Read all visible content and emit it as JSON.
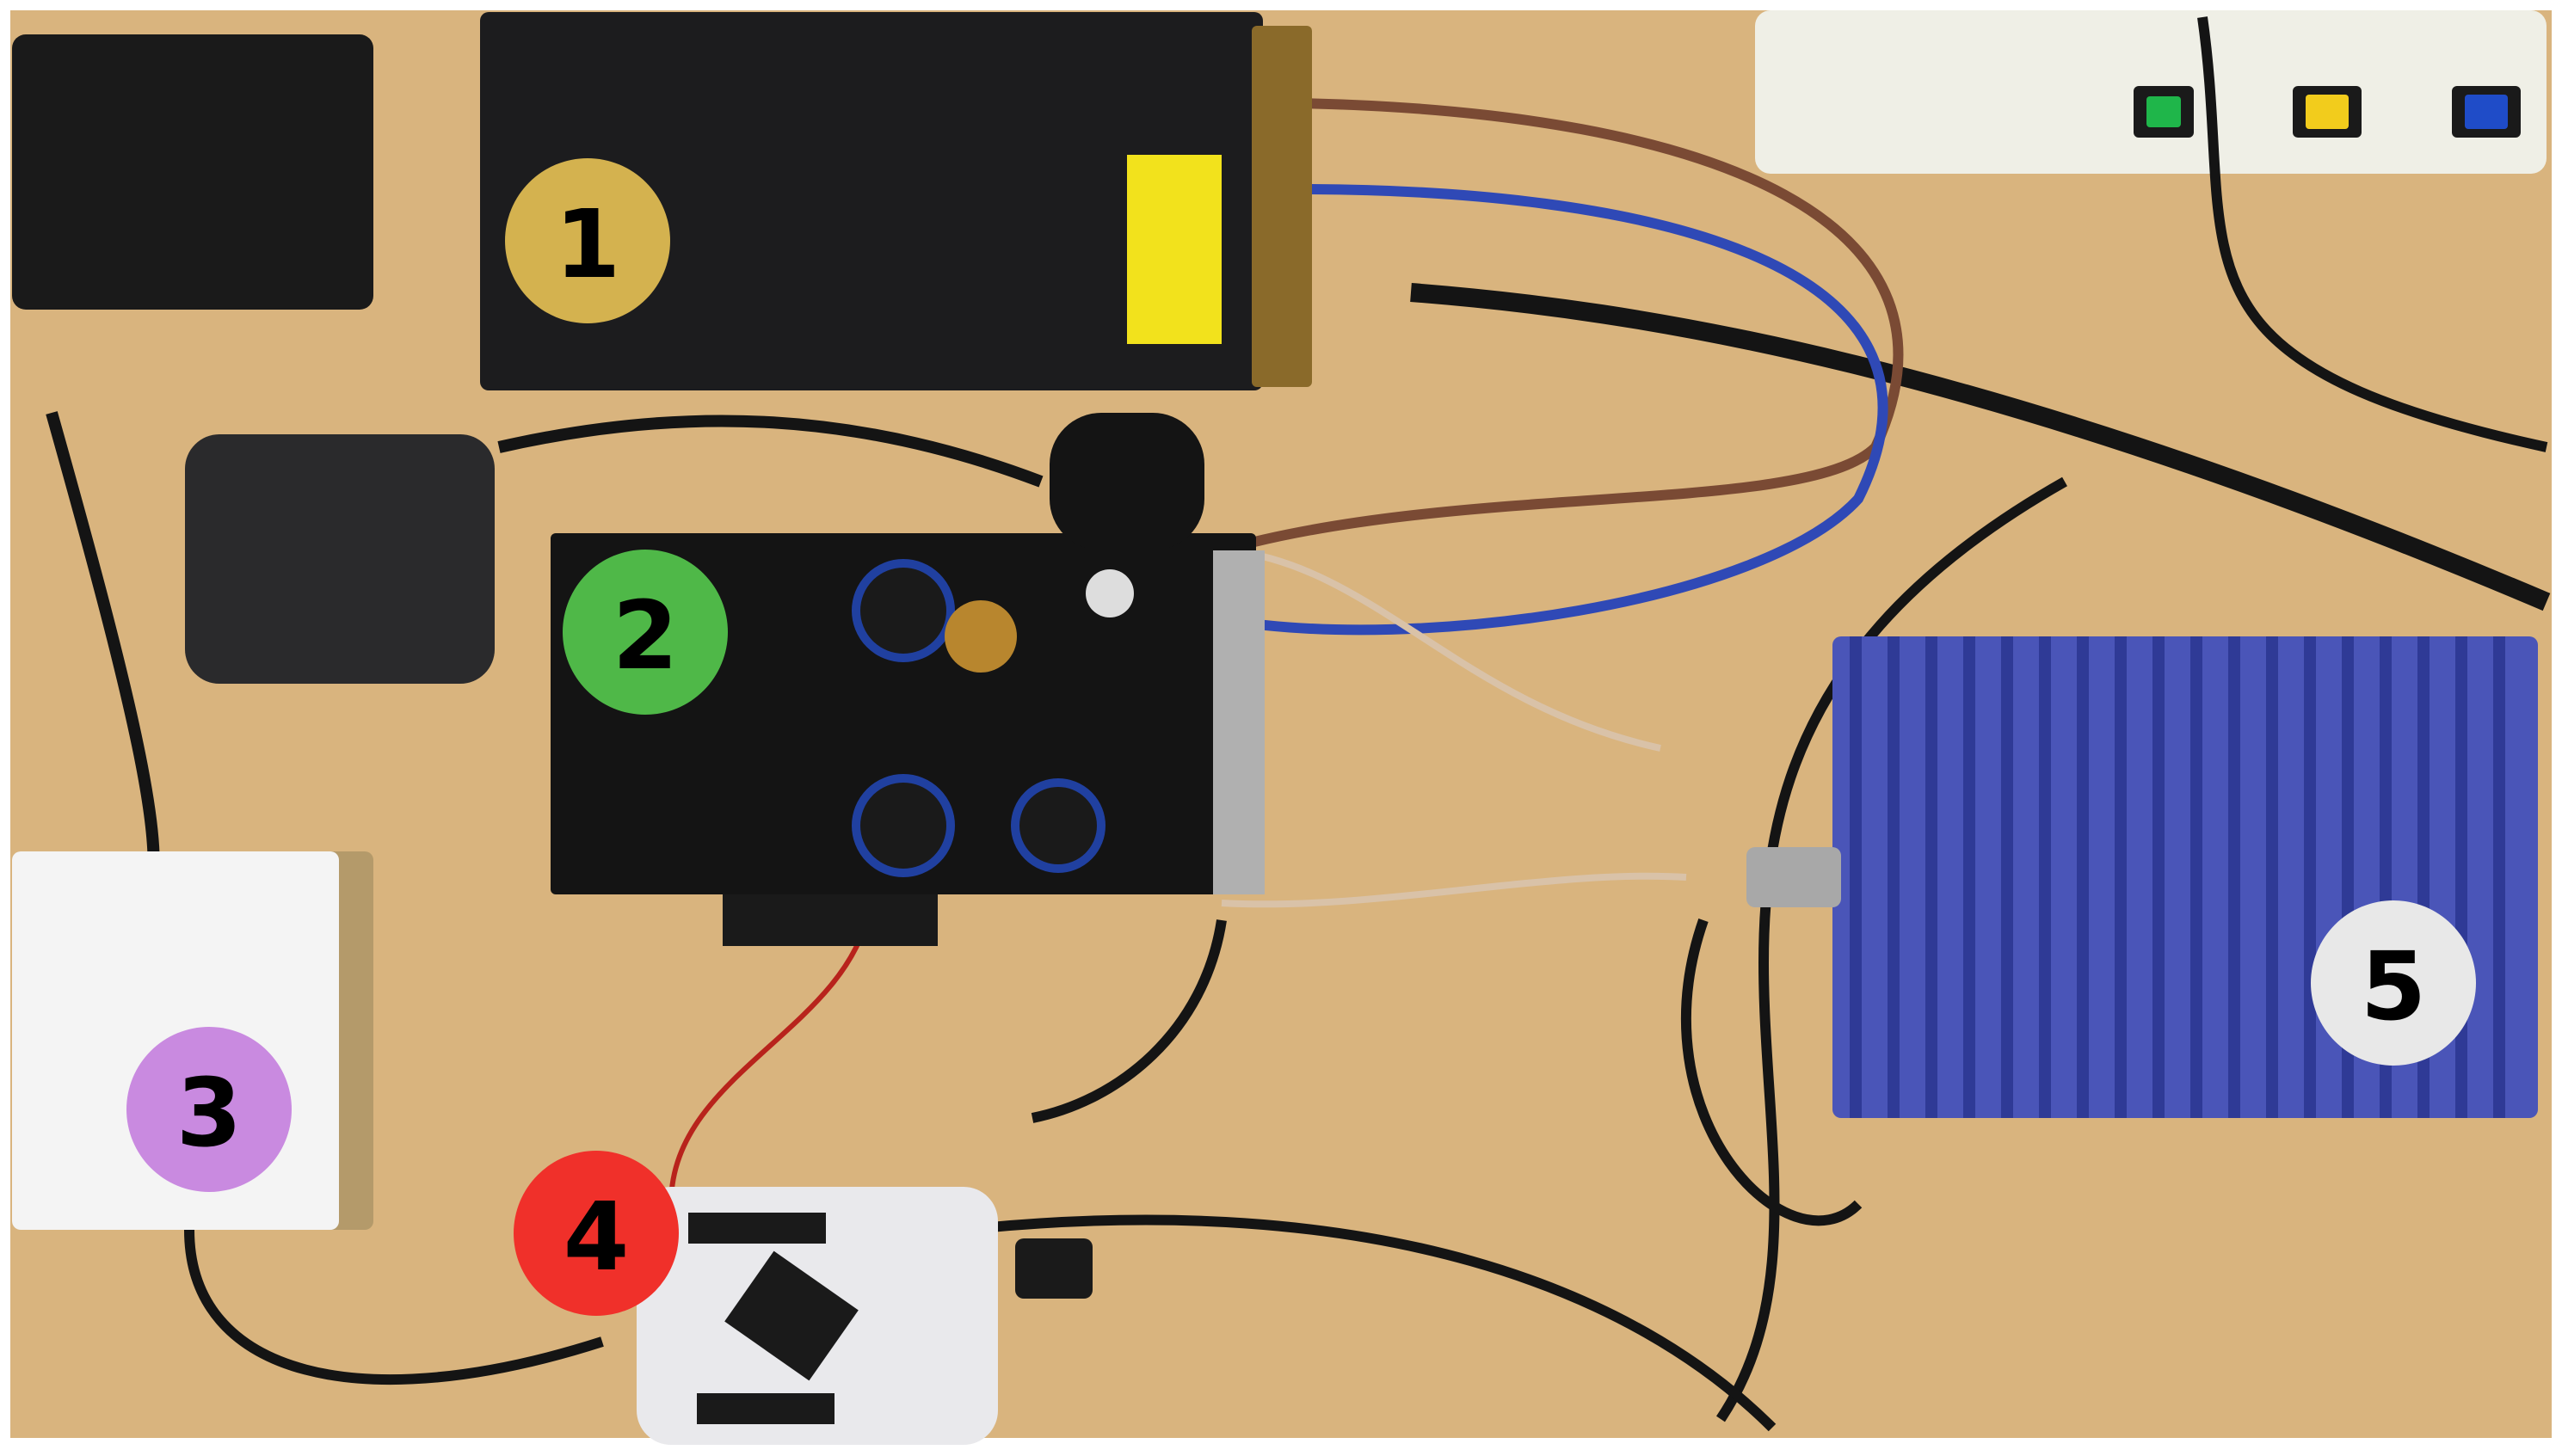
{
  "photo": {
    "surface_color": "#d9b47e",
    "frame_color": "#ffffff"
  },
  "markers": [
    {
      "label": "1",
      "color": "#d4b24f"
    },
    {
      "label": "2",
      "color": "#4fb848"
    },
    {
      "label": "3",
      "color": "#c98ae0"
    },
    {
      "label": "4",
      "color": "#f0302a"
    },
    {
      "label": "5",
      "color": "#e8e8e8"
    }
  ],
  "devices": {
    "power_supply": {
      "color": "#1c1c1e",
      "terminal_color": "#8a6a2a",
      "warning_label_color": "#f2e21c"
    },
    "amplifier_board": {
      "color": "#141414"
    },
    "sdr_box": {
      "color": "#f4f4f4",
      "edge_color": "#b49a6a"
    },
    "controller_board": {
      "color": "#e9e9ec"
    },
    "heatsink_load": {
      "color": "#4a55b8"
    },
    "power_strip": {
      "color": "#efefe6"
    }
  },
  "cables": {
    "black": "#141414",
    "brown": "#7a4a34",
    "blue": "#2f49b6",
    "coax": "#d9c2a8",
    "red": "#b8231c"
  }
}
